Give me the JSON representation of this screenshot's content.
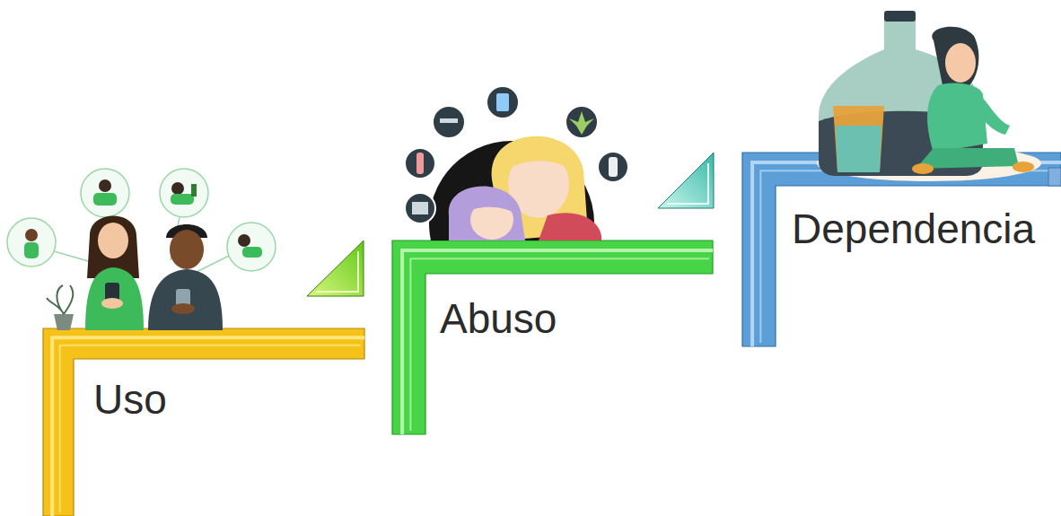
{
  "diagram": {
    "nodes": [
      {
        "text": [
          "Uso"
        ]
      },
      {
        "text": [
          "Abuso"
        ]
      },
      {
        "text": [
          "Dependencia"
        ]
      }
    ]
  }
}
